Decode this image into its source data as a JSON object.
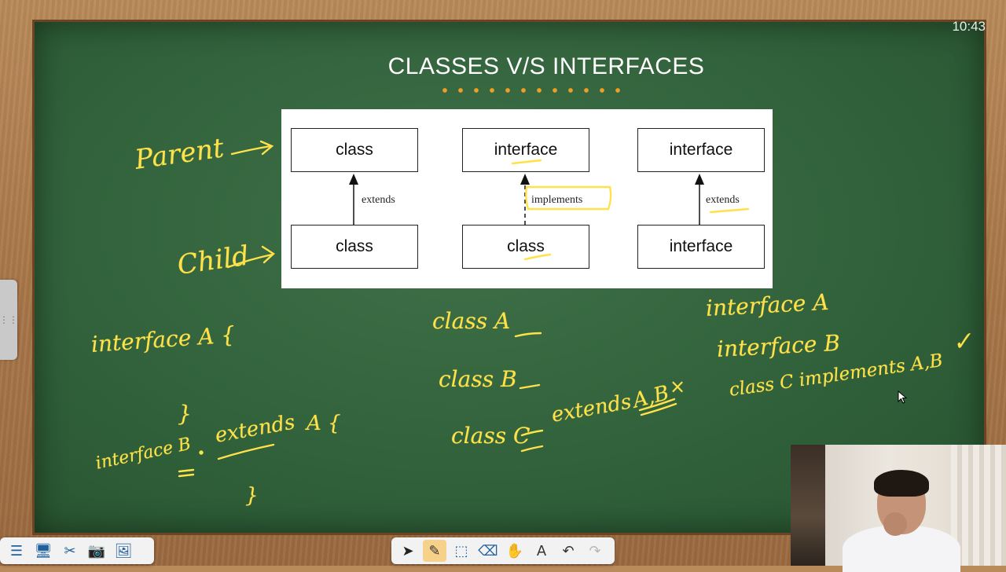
{
  "clock": "10:43",
  "title": "CLASSES V/S INTERFACES",
  "diagram": {
    "columns": [
      {
        "top": "class",
        "bottom": "class",
        "relation": "extends",
        "line": "solid"
      },
      {
        "top": "interface",
        "bottom": "class",
        "relation": "implements",
        "line": "dashed"
      },
      {
        "top": "interface",
        "bottom": "interface",
        "relation": "extends",
        "line": "solid"
      }
    ]
  },
  "handwriting": {
    "parent": "Parent",
    "child": "Child",
    "left_code": [
      "interface  A {",
      "}",
      "interface B",
      "extends",
      "A {",
      "}"
    ],
    "middle_code": [
      "class  A",
      "class  B",
      "class  C",
      "extends",
      "A,B",
      "×"
    ],
    "right_code": [
      "interface A",
      "interface B",
      "class C  implements A,B",
      "✓"
    ]
  },
  "colors": {
    "chalk_yellow": "#ffe24a",
    "board_green": "#31623b",
    "accent_orange": "#f0a020"
  },
  "toolbar_left": {
    "items": [
      {
        "icon": "menu-icon",
        "glyph": "☰"
      },
      {
        "icon": "monitor-icon",
        "glyph": "🖥"
      },
      {
        "icon": "tools-icon",
        "glyph": "✂"
      },
      {
        "icon": "camera-icon",
        "glyph": "📷"
      },
      {
        "icon": "image-icon",
        "glyph": "🖼"
      }
    ]
  },
  "toolbar_center": {
    "items": [
      {
        "icon": "pointer-icon",
        "glyph": "➤"
      },
      {
        "icon": "pen-icon",
        "glyph": "✎"
      },
      {
        "icon": "selection-icon",
        "glyph": "⬚"
      },
      {
        "icon": "eraser-icon",
        "glyph": "⌫"
      },
      {
        "icon": "hand-icon",
        "glyph": "✋"
      },
      {
        "icon": "text-pen-icon",
        "glyph": "A"
      },
      {
        "icon": "undo-icon",
        "glyph": "↶"
      },
      {
        "icon": "redo-icon",
        "glyph": "↷"
      }
    ]
  }
}
